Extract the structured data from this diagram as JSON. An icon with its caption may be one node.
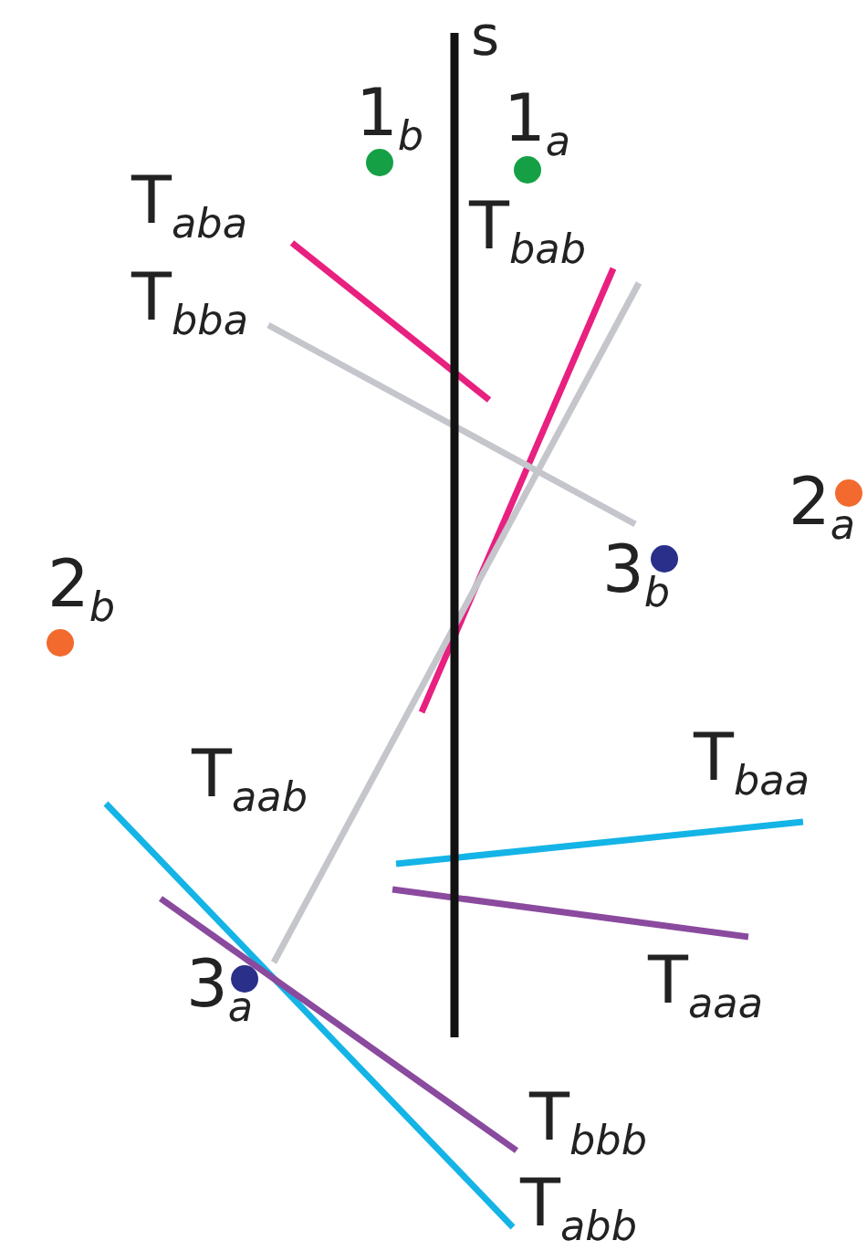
{
  "diagram": {
    "labels": [
      "s",
      "1$_{b}$",
      "1$_{a}$",
      "T$_{aba}$",
      "T$_{bab}$",
      "T$_{bba}$",
      "2$_{a}$",
      "3$_{b}$",
      "2$_{b}$",
      "T$_{aab}$",
      "T$_{baa}$",
      "T$_{aaa}$",
      "3$_{a}$",
      "T$_{bbb}$",
      "T$_{abb}$"
    ]
  }
}
